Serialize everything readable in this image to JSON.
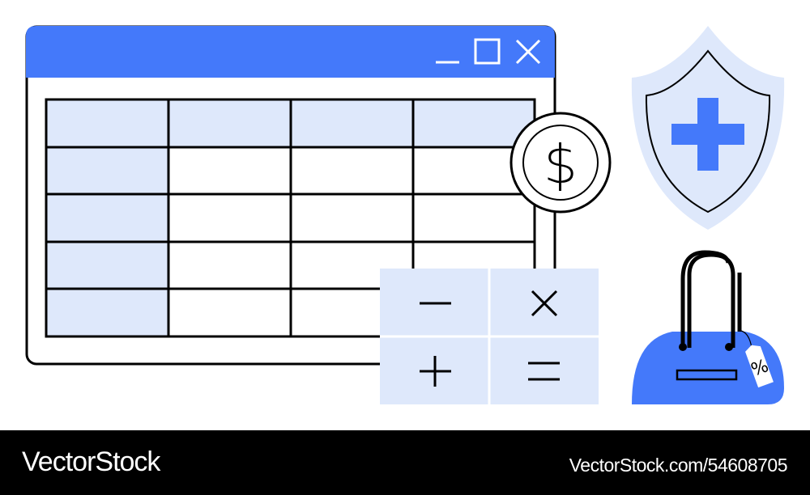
{
  "colors": {
    "accent": "#4479fa",
    "light": "#dee8fb",
    "stroke": "#000000"
  },
  "window": {
    "controls": [
      "minimize-icon",
      "maximize-icon",
      "close-icon"
    ]
  },
  "table": {
    "rows": 5,
    "cols": 4
  },
  "calculator": {
    "keys": [
      "minus",
      "multiply",
      "plus",
      "equals"
    ]
  },
  "coin": {
    "symbol": "$"
  },
  "tag": {
    "symbol": "%"
  },
  "footer": {
    "logo": "VectorStock",
    "reference": "VectorStock.com/54608705"
  }
}
